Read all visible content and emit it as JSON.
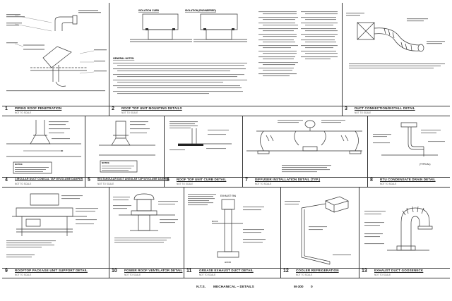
{
  "sheet": {
    "scale_note": "N.T.S.",
    "title": "MECHANICAL – DETAILS",
    "sheet_number": "M-300",
    "revision": "0"
  },
  "details": [
    {
      "number": "1",
      "title": "PIPING ROOF PENETRATION",
      "scale": "NOT TO SCALE"
    },
    {
      "number": "2",
      "title": "ROOF TOP UNIT MOUNTING DETAILS",
      "scale": "NOT TO SCALE"
    },
    {
      "number": "3",
      "title": "DUCT CONNECTION/INSTALL DETAIL",
      "scale": "NOT TO SCALE"
    },
    {
      "number": "4",
      "title": "CIRCULAR DUCT CONICAL TAP W/VOLUME DAMPER",
      "scale": "NOT TO SCALE"
    },
    {
      "number": "5",
      "title": "RECTANGULAR DUCT ANGULAR TAP W/VOLUME DAMPER",
      "scale": "NOT TO SCALE"
    },
    {
      "number": "6",
      "title": "ROOF TOP UNIT CURB DETAIL",
      "scale": "NOT TO SCALE"
    },
    {
      "number": "7",
      "title": "DIFFUSER INSTALLATION DETAIL (TYP.)",
      "scale": "NOT TO SCALE"
    },
    {
      "number": "8",
      "title": "RTU CONDENSATE DRAIN DETAIL",
      "scale": "NOT TO SCALE"
    },
    {
      "number": "9",
      "title": "ROOFTOP PACKAGE UNIT SUPPORT DETAIL",
      "scale": "NOT TO SCALE"
    },
    {
      "number": "10",
      "title": "POWER ROOF VENTILATOR DETAIL",
      "scale": "NOT TO SCALE"
    },
    {
      "number": "11",
      "title": "GREASE EXHAUST DUCT DETAIL",
      "scale": "NOT TO SCALE"
    },
    {
      "number": "12",
      "title": "COOLER REFRIGERATION",
      "scale": "NOT TO SCALE"
    },
    {
      "number": "13",
      "title": "EXHAUST DUCT GOOSENECK",
      "scale": "NOT TO SCALE"
    }
  ],
  "labels": {
    "isolation_a": "ISOLATION CURB",
    "isolation_b": "ISOLATION (ENGINEERED)",
    "general_notes": "GENERAL NOTES:",
    "notes_a": "NOTES:",
    "notes_b": "NOTES:",
    "typical": "(TYPICAL)",
    "exhaust_fan": "EXHAUST FAN",
    "roof": "ROOF",
    "hood": "HOOD"
  },
  "colors": {
    "ink": "#222222",
    "light": "#8a8a8a",
    "paper": "#ffffff"
  }
}
